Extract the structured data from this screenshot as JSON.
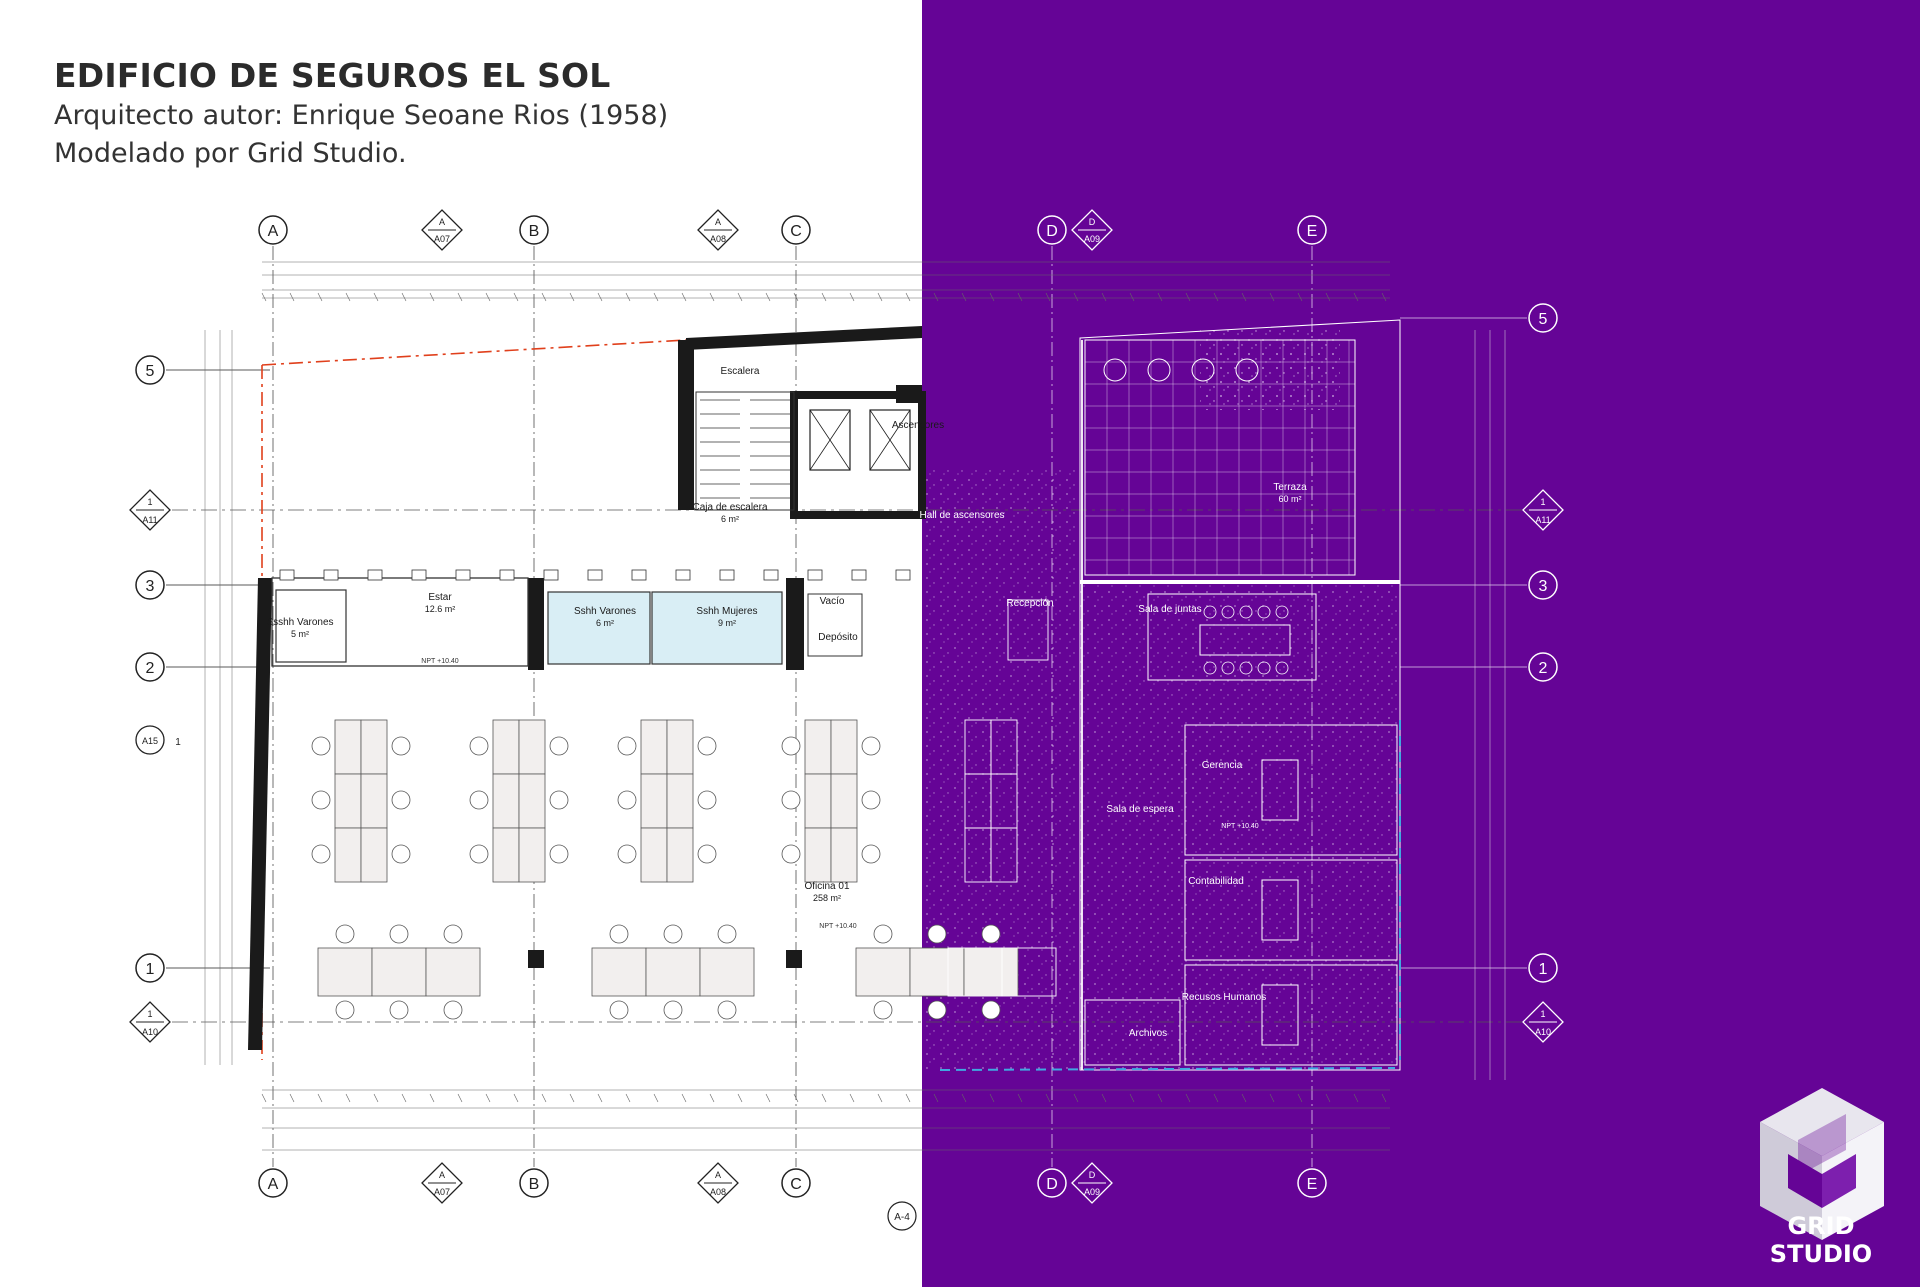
{
  "header": {
    "title": "EDIFICIO DE SEGUROS EL SOL",
    "author_line": "Arquitecto autor: Enrique Seoane Rios (1958)",
    "modeled_line": "Modelado por Grid Studio."
  },
  "colors": {
    "accent_purple": "#650496",
    "line_dark": "#1a1a1a",
    "property_line": "#e0401c",
    "furniture_fill": "#f2efee",
    "wc_fill": "#d9eef5"
  },
  "grid": {
    "columns_top": [
      "A",
      "B",
      "C",
      "D",
      "E"
    ],
    "rows_left": [
      "5",
      "3",
      "2",
      "1"
    ],
    "rows_right": [
      "5",
      "3",
      "2",
      "1"
    ],
    "section_tags_top": [
      {
        "num": "A",
        "sheet": "A07"
      },
      {
        "num": "A",
        "sheet": "A08"
      },
      {
        "num": "D",
        "sheet": "A09"
      }
    ],
    "elevation_tags_left": [
      {
        "num": "1",
        "sheet": "A11"
      },
      {
        "num": "1",
        "sheet": "A10"
      }
    ],
    "elevation_tags_right": [
      {
        "num": "1",
        "sheet": "A11"
      },
      {
        "num": "1",
        "sheet": "A10"
      }
    ],
    "side_tag": {
      "sheet": "A15",
      "num": "1"
    },
    "sheet_ref": "A-4"
  },
  "rooms": [
    {
      "name": "Escalera"
    },
    {
      "name": "Caja de escalera",
      "area": "6 m²"
    },
    {
      "name": "Hall de ascensores"
    },
    {
      "name": "Ascensores"
    },
    {
      "name": "Terraza",
      "area": "60 m²"
    },
    {
      "name": "Estar",
      "area": "12.6 m²"
    },
    {
      "name": "Ssshh Varones",
      "area": "5 m²"
    },
    {
      "name": "Sshh Varones",
      "area": "6 m²"
    },
    {
      "name": "Sshh Mujeres",
      "area": "9 m²"
    },
    {
      "name": "Vacío"
    },
    {
      "name": "Depósito"
    },
    {
      "name": "Recepción"
    },
    {
      "name": "Sala de juntas"
    },
    {
      "name": "Gerencia"
    },
    {
      "name": "Sala de espera"
    },
    {
      "name": "Contabilidad"
    },
    {
      "name": "Recusos Humanos"
    },
    {
      "name": "Archivos"
    },
    {
      "name": "Oficina 01",
      "area": "258 m²"
    }
  ],
  "level_tag": "NPT +10.40",
  "logo": {
    "name": "GRID STUDIO"
  }
}
